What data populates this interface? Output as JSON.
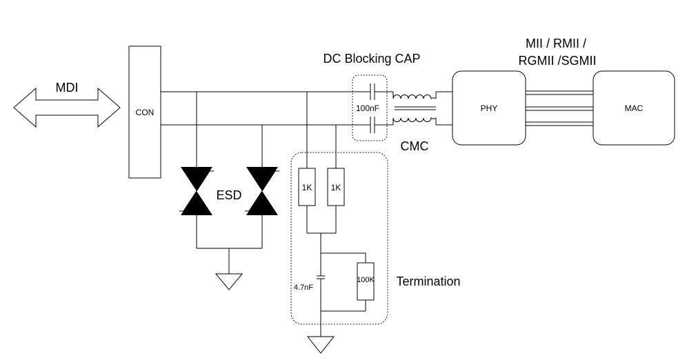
{
  "labels": {
    "mdi": "MDI",
    "con": "CON",
    "esd": "ESD",
    "dc_blocking_cap": "DC Blocking CAP",
    "cap_100nf": "100nF",
    "cmc": "CMC",
    "phy": "PHY",
    "mac": "MAC",
    "interface_line1": "MII / RMII /",
    "interface_line2": "RGMII /SGMII",
    "resistor_1k_a": "1K",
    "resistor_1k_b": "1K",
    "resistor_100k": "100K",
    "cap_4_7nf": "4.7nF",
    "termination": "Termination"
  }
}
